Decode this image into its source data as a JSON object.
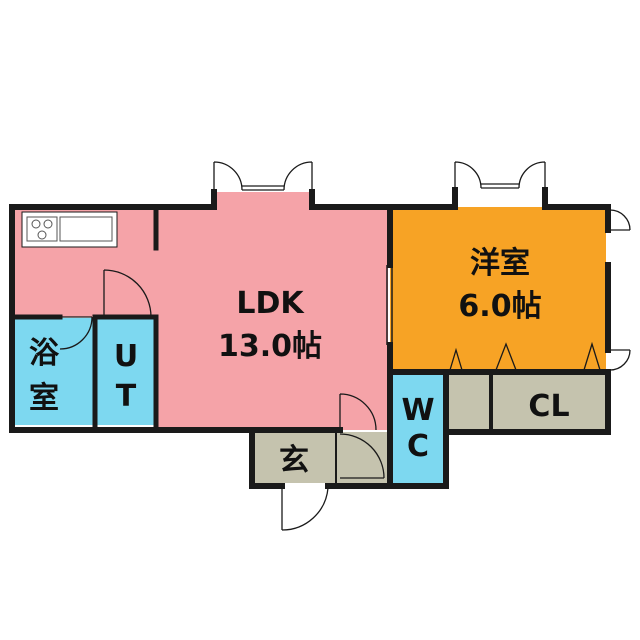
{
  "rooms": {
    "ldk": {
      "name": "LDK",
      "size": "13.0帖"
    },
    "western": {
      "name": "洋室",
      "size": "6.0帖"
    },
    "bath_top": "浴",
    "bath_bottom": "室",
    "ut_top": "U",
    "ut_bottom": "T",
    "wc_top": "W",
    "wc_bottom": "C",
    "closet": "CL",
    "entrance": "玄"
  },
  "colors": {
    "ldk": "#f5a3a8",
    "western": "#f7a325",
    "wet": "#7dd8f0",
    "storage": "#c5c3ae",
    "wall": "#1a1a1a"
  }
}
